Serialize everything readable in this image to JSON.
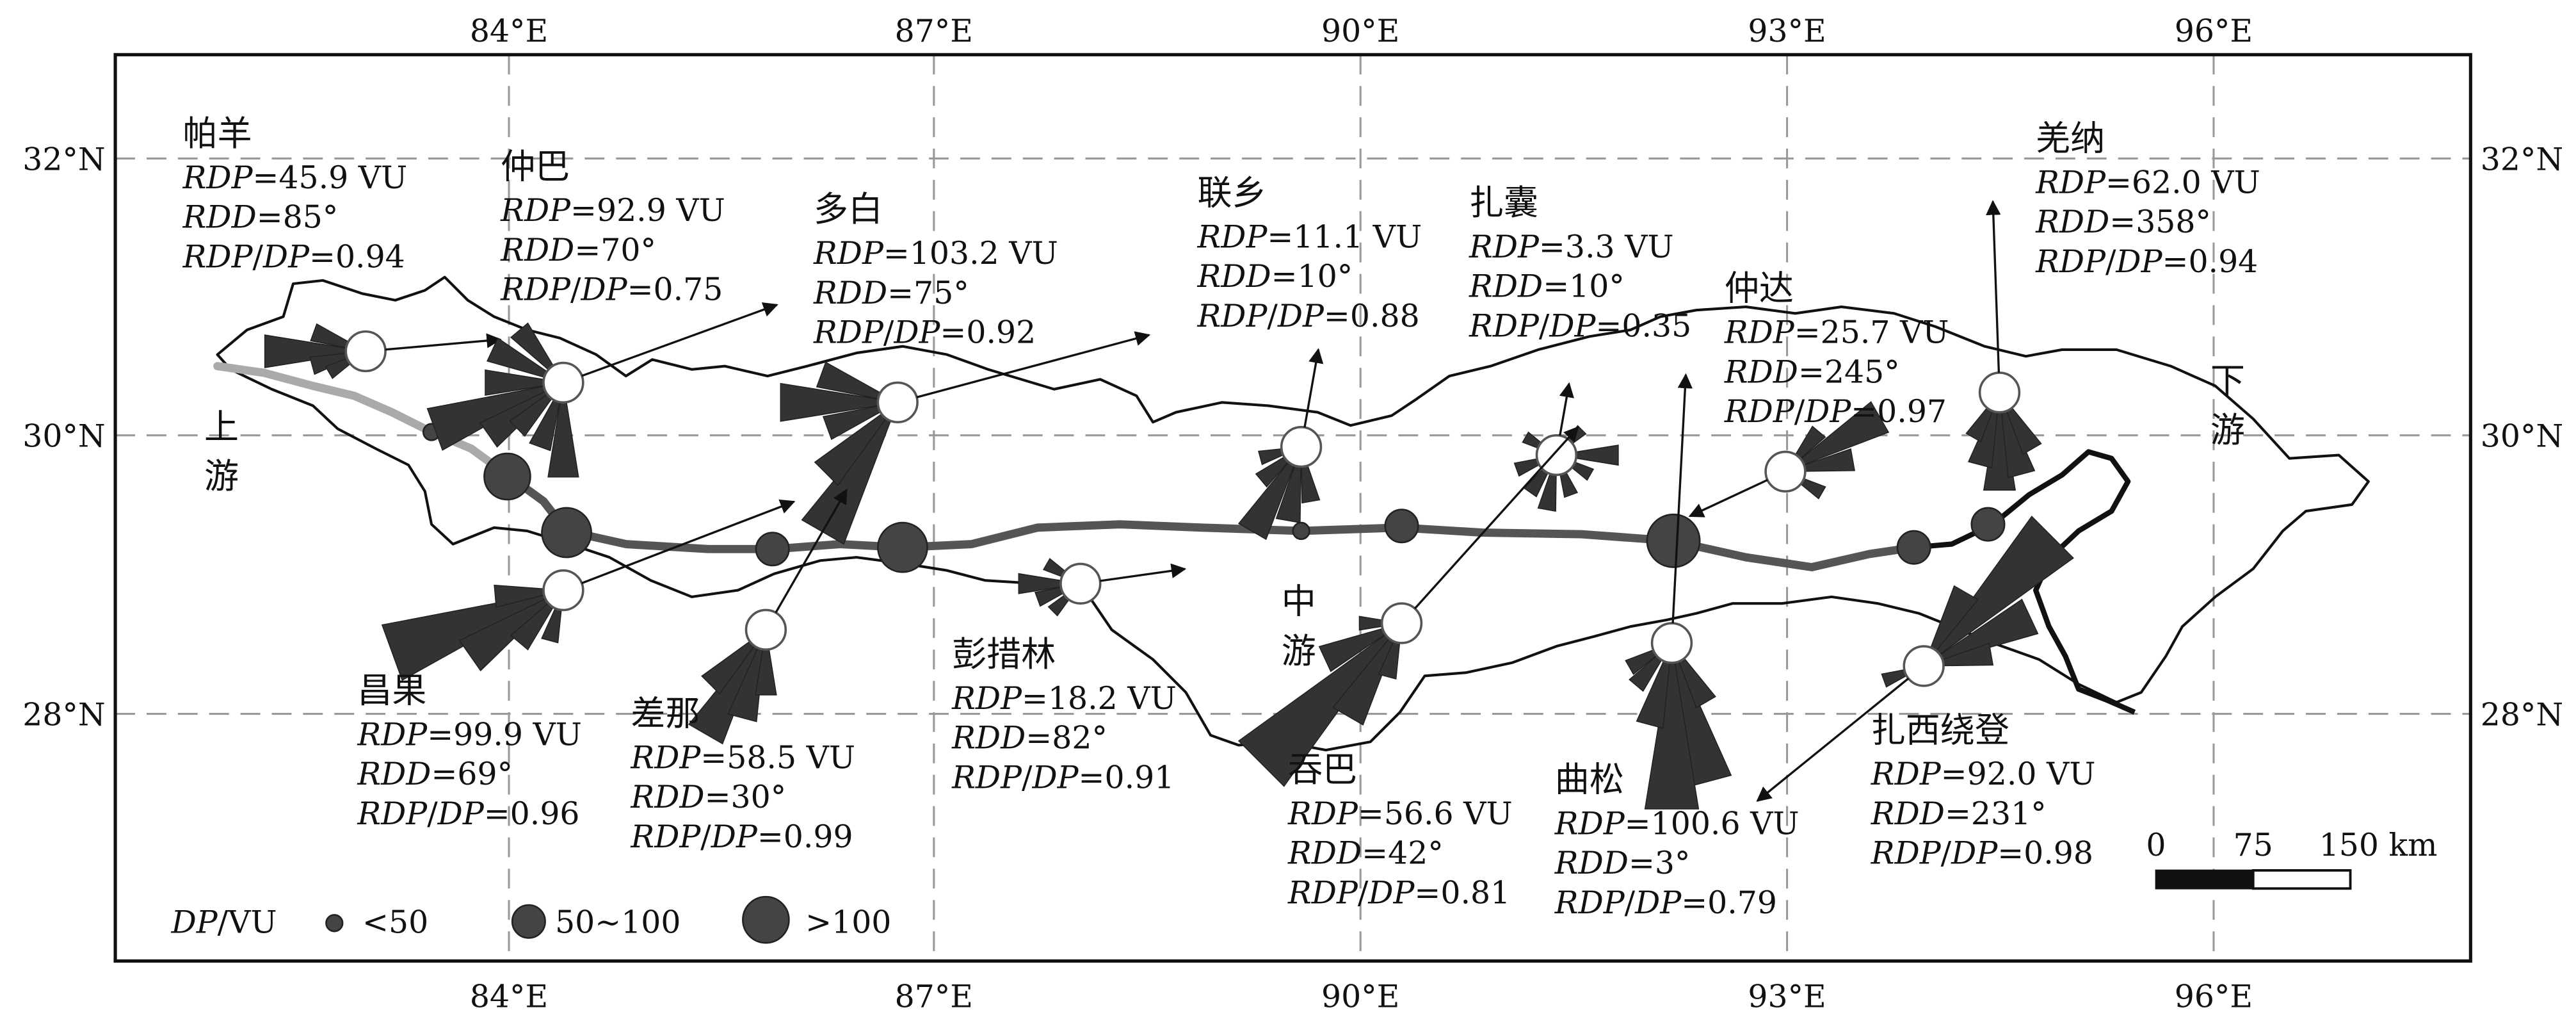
{
  "grid": {
    "lon_ticks": [
      "84°E",
      "87°E",
      "90°E",
      "93°E",
      "96°E"
    ],
    "lat_ticks": [
      "32°N",
      "30°N",
      "28°N"
    ]
  },
  "reaches": {
    "upper": [
      "上",
      "游"
    ],
    "middle": [
      "中",
      "游"
    ],
    "lower": [
      "下",
      "游"
    ]
  },
  "labels": {
    "rdp": "RDP",
    "rdd": "RDD",
    "dp": "DP",
    "vu_unit": " VU",
    "deg": "°"
  },
  "stations": [
    {
      "name": "帕羊",
      "rdp": "45.9",
      "rdd": "85",
      "ratio": "0.94"
    },
    {
      "name": "仲巴",
      "rdp": "92.9",
      "rdd": "70",
      "ratio": "0.75"
    },
    {
      "name": "多白",
      "rdp": "103.2",
      "rdd": "75",
      "ratio": "0.92"
    },
    {
      "name": "联乡",
      "rdp": "11.1",
      "rdd": "10",
      "ratio": "0.88"
    },
    {
      "name": "扎囊",
      "rdp": "3.3",
      "rdd": "10",
      "ratio": "0.35"
    },
    {
      "name": "仲达",
      "rdp": "25.7",
      "rdd": "245",
      "ratio": "0.97"
    },
    {
      "name": "羌纳",
      "rdp": "62.0",
      "rdd": "358",
      "ratio": "0.94"
    },
    {
      "name": "昌果",
      "rdp": "99.9",
      "rdd": "69",
      "ratio": "0.96"
    },
    {
      "name": "差那",
      "rdp": "58.5",
      "rdd": "30",
      "ratio": "0.99"
    },
    {
      "name": "彭措林",
      "rdp": "18.2",
      "rdd": "82",
      "ratio": "0.91"
    },
    {
      "name": "吞巴",
      "rdp": "56.6",
      "rdd": "42",
      "ratio": "0.81"
    },
    {
      "name": "曲松",
      "rdp": "100.6",
      "rdd": "3",
      "ratio": "0.79"
    },
    {
      "name": "扎西绕登",
      "rdp": "92.0",
      "rdd": "231",
      "ratio": "0.98"
    }
  ],
  "legend": {
    "title_suffix": "/VU",
    "classes": [
      "<50",
      "50~100",
      ">100"
    ]
  },
  "scale_bar": {
    "ticks": [
      "0",
      "75",
      "150 km"
    ]
  }
}
